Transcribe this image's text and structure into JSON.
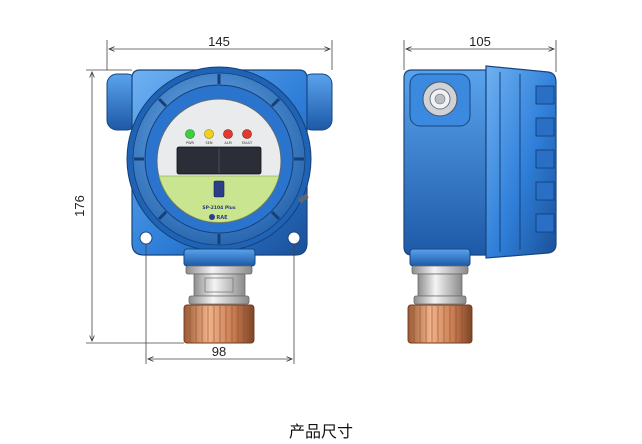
{
  "dimensions": {
    "front_width": "145",
    "front_height": "176",
    "mounting_hole_spacing": "98",
    "side_depth": "105"
  },
  "panel": {
    "led_labels": [
      "PWR",
      "SEN",
      "ALM",
      "FAULT"
    ],
    "model": "SP-2104 Plus",
    "brand": "RAE"
  },
  "caption": "产品尺寸",
  "colors": {
    "housing": "#2f7fd9",
    "housing_dark": "#1a4f98",
    "housing_light": "#6fb1f2",
    "panel_green": "#c9e58f",
    "display": "#2b2e36",
    "sensor_copper": "#d7926a",
    "sensor_silver": "#d9d9d9"
  }
}
